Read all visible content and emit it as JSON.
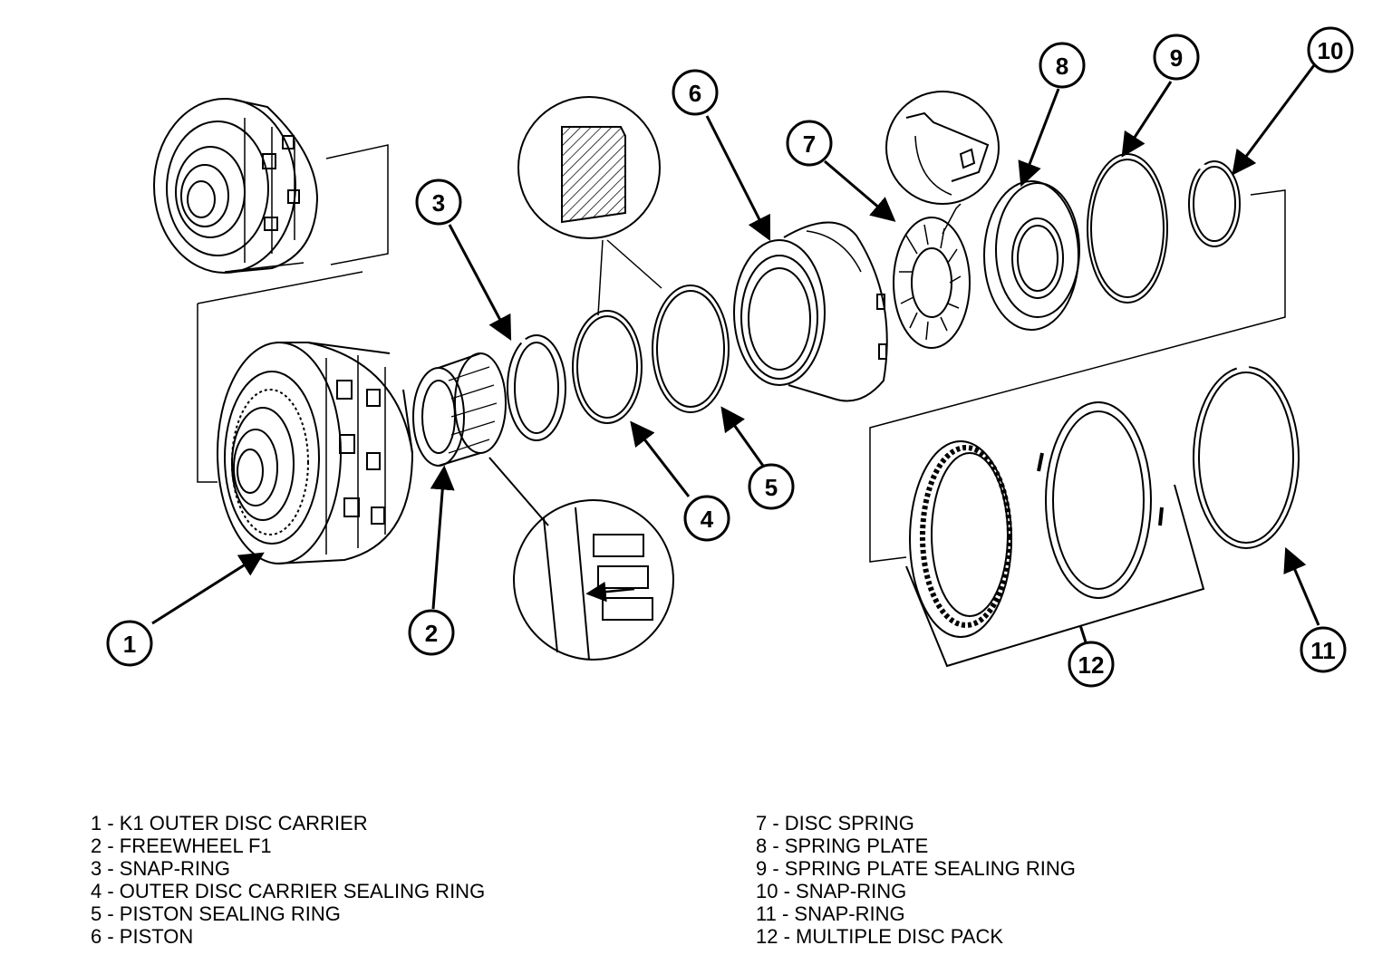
{
  "callouts": [
    "1",
    "2",
    "3",
    "4",
    "5",
    "6",
    "7",
    "8",
    "9",
    "10",
    "11",
    "12"
  ],
  "legend_left": [
    "1 - K1 OUTER DISC CARRIER",
    "2 - FREEWHEEL F1",
    "3 - SNAP-RING",
    "4 - OUTER DISC CARRIER SEALING RING",
    "5 - PISTON SEALING RING",
    "6 - PISTON"
  ],
  "legend_right": [
    "7 - DISC SPRING",
    "8 - SPRING PLATE",
    "9 - SPRING PLATE SEALING RING",
    "10 - SNAP-RING",
    "11 - SNAP-RING",
    "12 - MULTIPLE DISC PACK"
  ]
}
